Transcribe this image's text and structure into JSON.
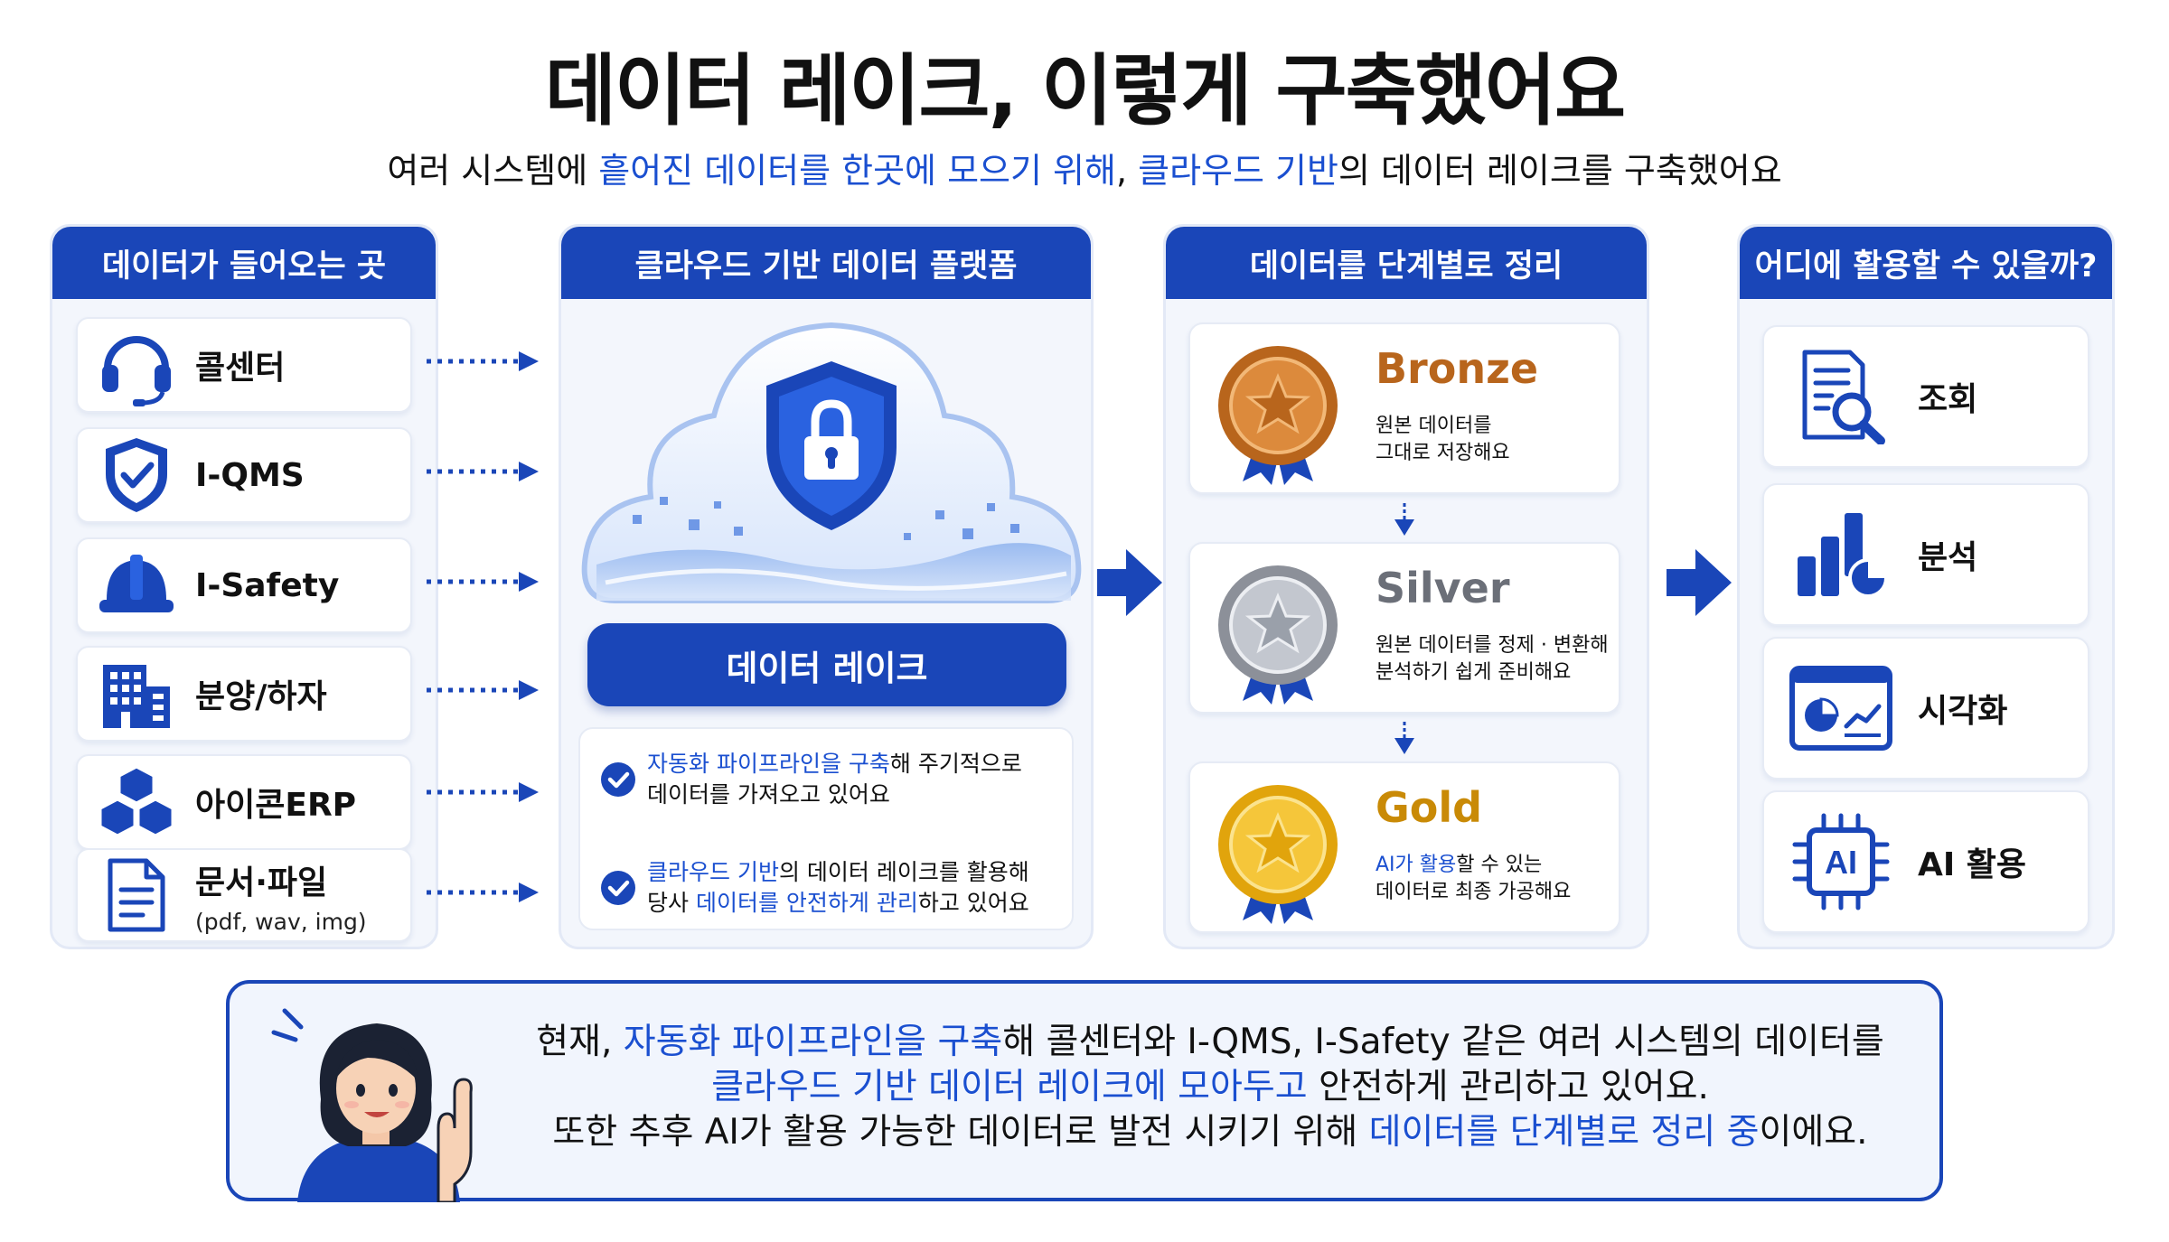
{
  "title": "데이터 레이크, 이렇게 구축했어요",
  "subtitle": {
    "p1": "여러 시스템에 ",
    "p2": "흩어진 데이터를 한곳에 모으기 위해",
    "p3": ", ",
    "p4": "클라우드 기반",
    "p5": "의 데이터 레이크를 구축했어요"
  },
  "sources": {
    "heading": "데이터가 들어오는 곳",
    "items": [
      {
        "label": "콜센터",
        "icon": "headset-icon"
      },
      {
        "label": "I-QMS",
        "icon": "shield-check-icon"
      },
      {
        "label": "I-Safety",
        "icon": "hard-hat-icon"
      },
      {
        "label": "분양/하자",
        "icon": "building-icon"
      },
      {
        "label": "아이콘ERP",
        "icon": "cubes-icon"
      },
      {
        "label": "문서·파일",
        "sub": "(pdf, wav, img)",
        "icon": "document-icon"
      }
    ]
  },
  "platform": {
    "heading": "클라우드 기반 데이터 플랫폼",
    "lake_label": "데이터 레이크",
    "check1": {
      "p1": "자동화 파이프라인을 구축",
      "p2": "해 주기적으로",
      "p3": "데이터를 가져오고 있어요"
    },
    "check2": {
      "p1": "클라우드 기반",
      "p2": "의 데이터 레이크를 활용해",
      "p3": "당사 ",
      "p4": "데이터를 안전하게 관리",
      "p5": "하고 있어요"
    }
  },
  "tiers": {
    "heading": "데이터를 단계별로 정리",
    "bronze": {
      "name": "Bronze",
      "desc1": "원본 데이터를",
      "desc2": "그대로 저장해요",
      "color": "#b8651c"
    },
    "silver": {
      "name": "Silver",
      "desc1": "원본 데이터를 정제 · 변환해",
      "desc2": "분석하기 쉽게 준비해요",
      "color": "#6b6f78"
    },
    "gold": {
      "name": "Gold",
      "desc1a": "AI가 활용",
      "desc1b": "할 수 있는",
      "desc2": "데이터로 최종 가공해요",
      "color": "#c98a06"
    }
  },
  "uses": {
    "heading": "어디에 활용할 수 있을까?",
    "items": [
      {
        "label": "조회",
        "icon": "document-search-icon"
      },
      {
        "label": "분석",
        "icon": "bar-chart-icon"
      },
      {
        "label": "시각화",
        "icon": "dashboard-icon"
      },
      {
        "label": "AI 활용",
        "icon": "ai-chip-icon"
      }
    ]
  },
  "summary": {
    "l1a": "현재, ",
    "l1b": "자동화 파이프라인을 구축",
    "l1c": "해 콜센터와 I-QMS, I-Safety 같은 여러 시스템의 데이터를",
    "l2a": "클라우드 기반 데이터 레이크에 모아두고",
    "l2b": " 안전하게 관리하고 있어요.",
    "l3a": "또한 추후 AI가 활용 가능한 데이터로 발전 시키기 위해 ",
    "l3b": "데이터를 단계별로 정리 중",
    "l3c": "이에요."
  },
  "colors": {
    "accent": "#1a46b8",
    "highlight": "#1a4fd0"
  }
}
